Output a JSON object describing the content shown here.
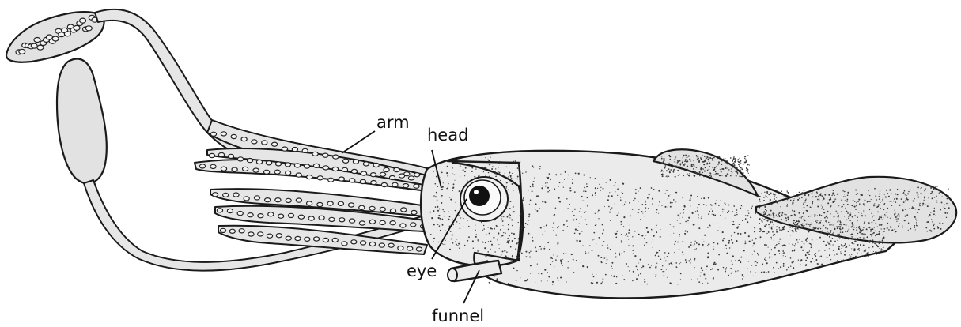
{
  "diagram": {
    "subject": "squid",
    "labels": {
      "arm": "arm",
      "head": "head",
      "eye": "eye",
      "funnel": "funnel"
    }
  }
}
